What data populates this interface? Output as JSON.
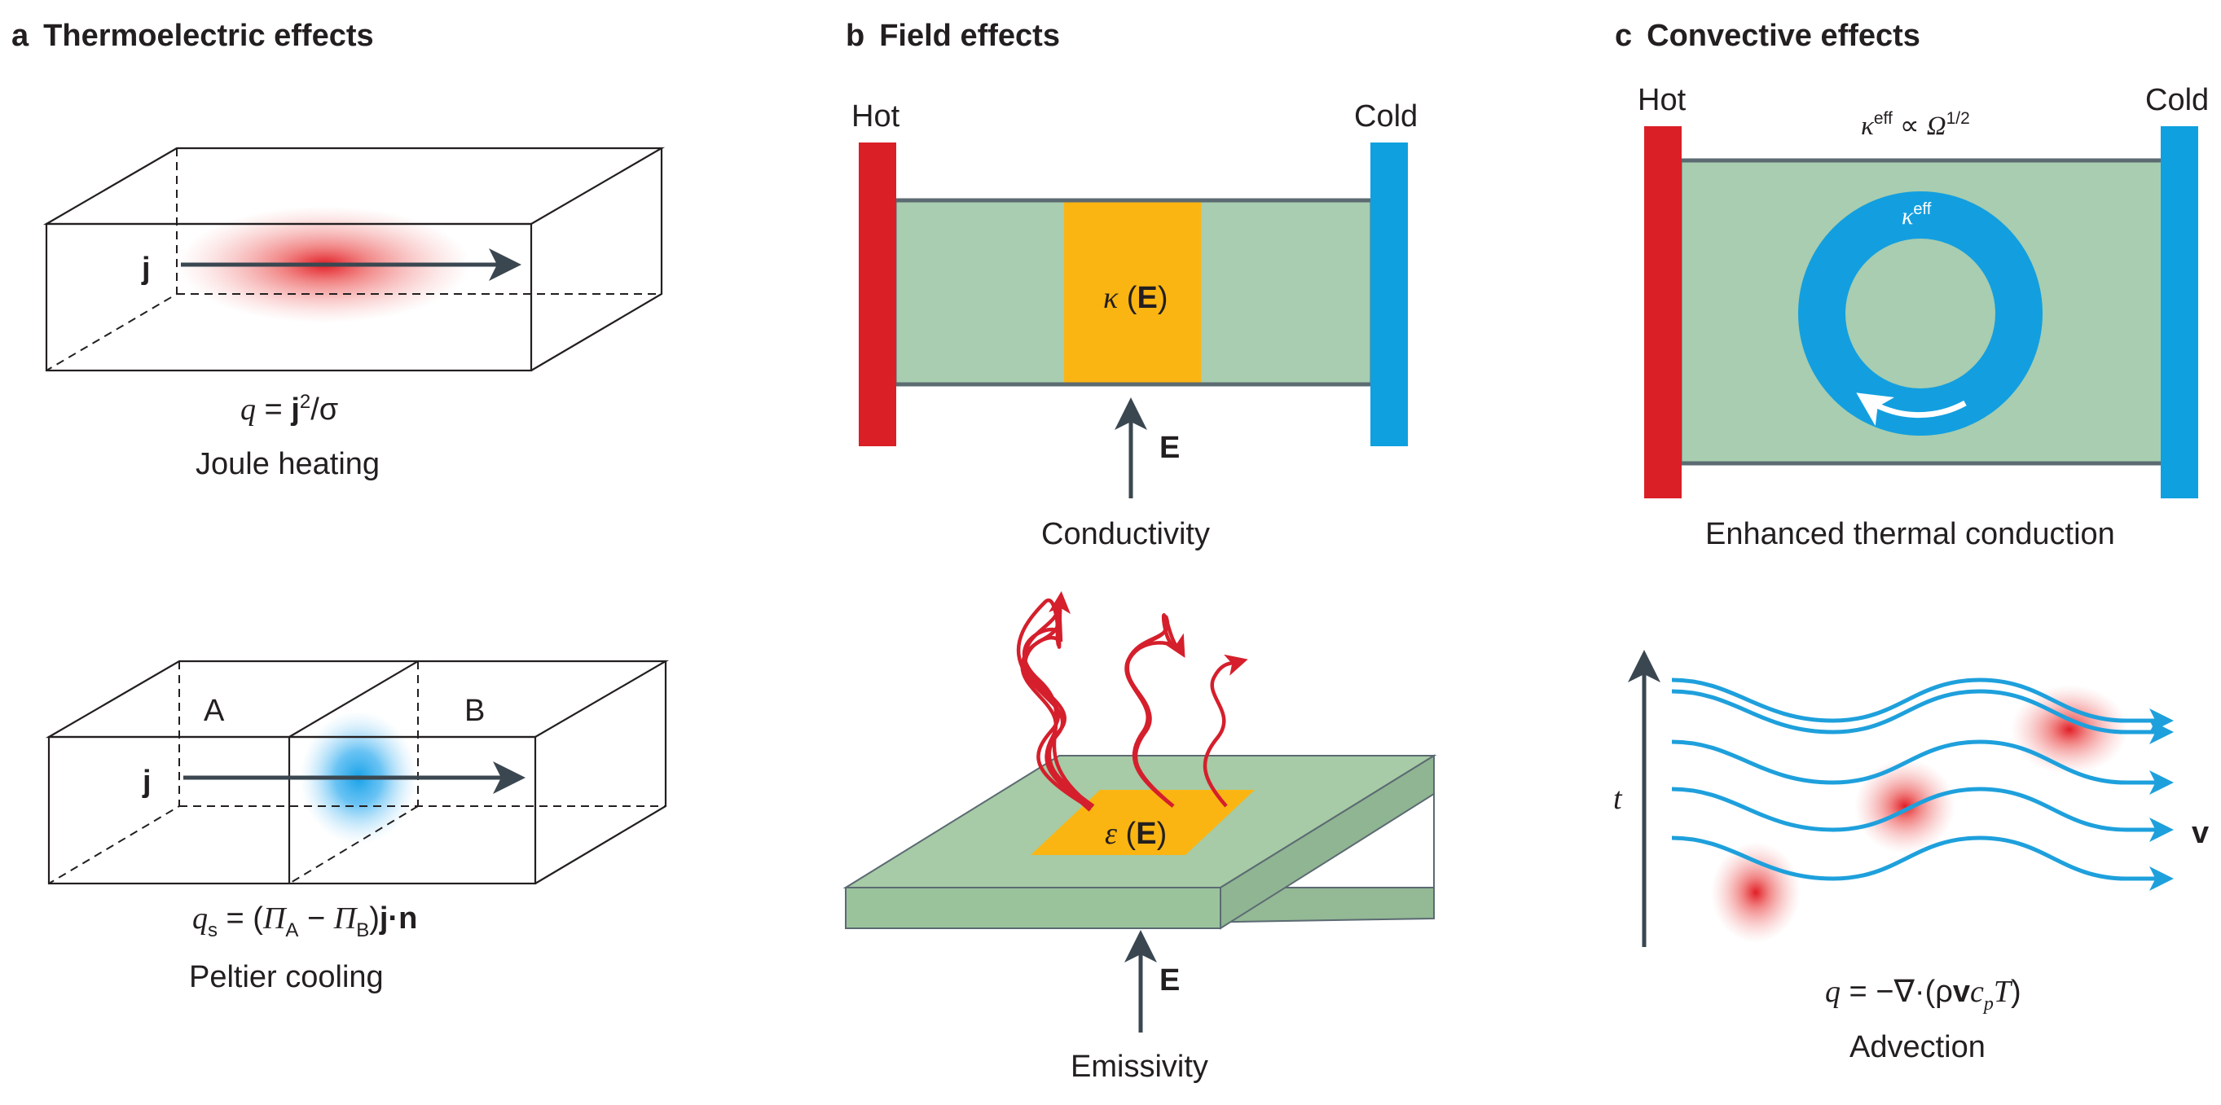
{
  "panels": {
    "a": {
      "letter": "a",
      "title": "Thermoelectric effects",
      "joule": {
        "current": "j",
        "eq_q": "q",
        "eq_eq": " = ",
        "eq_j": "j",
        "eq_sup": "2",
        "eq_rest": "/σ",
        "caption": "Joule heating"
      },
      "peltier": {
        "label_a": "A",
        "label_b": "B",
        "current": "j",
        "eq_q": "q",
        "eq_sub": "s",
        "eq_mid": " = (",
        "eq_pi1": "Π",
        "eq_subA": "A",
        "eq_minus": " − ",
        "eq_pi2": "Π",
        "eq_subB": "B",
        "eq_close": ")",
        "eq_jn": "j·n",
        "caption": "Peltier cooling"
      }
    },
    "b": {
      "letter": "b",
      "title": "Field effects",
      "conductivity": {
        "hot": "Hot",
        "cold": "Cold",
        "kappa": "κ",
        "field_open": " (",
        "field": "E",
        "field_close": ")",
        "arrow_label": "E",
        "caption": "Conductivity"
      },
      "emissivity": {
        "eps": "ε",
        "field_open": " (",
        "field": "E",
        "field_close": ")",
        "arrow_label": "E",
        "caption": "Emissivity"
      }
    },
    "c": {
      "letter": "c",
      "title": "Convective effects",
      "enhanced": {
        "hot": "Hot",
        "cold": "Cold",
        "kappa_top": "κ",
        "sup_eff": "eff",
        "propto": " ∝ ",
        "omega": "Ω",
        "sup_half": "1/2",
        "kappa_ring": "κ",
        "ring_sup": "eff",
        "caption": "Enhanced thermal conduction"
      },
      "advection": {
        "time_axis": "t",
        "velocity": "v",
        "eq_q": "q",
        "eq_eq": " = −∇·(ρ",
        "eq_v": "v",
        "eq_c": "c",
        "eq_sub_p": "p",
        "eq_T": "T",
        "eq_close": ")",
        "caption": "Advection"
      }
    }
  },
  "colors": {
    "hot": "#da1f26",
    "cold": "#0fa0df",
    "medium": "#a8cdb0",
    "slab_top": "#a6cba6",
    "slab_side": "#93b995",
    "field_patch": "#fbb512",
    "arrow": "#3a4750",
    "wave": "#1ea0dc",
    "ring": "#139fdf"
  }
}
